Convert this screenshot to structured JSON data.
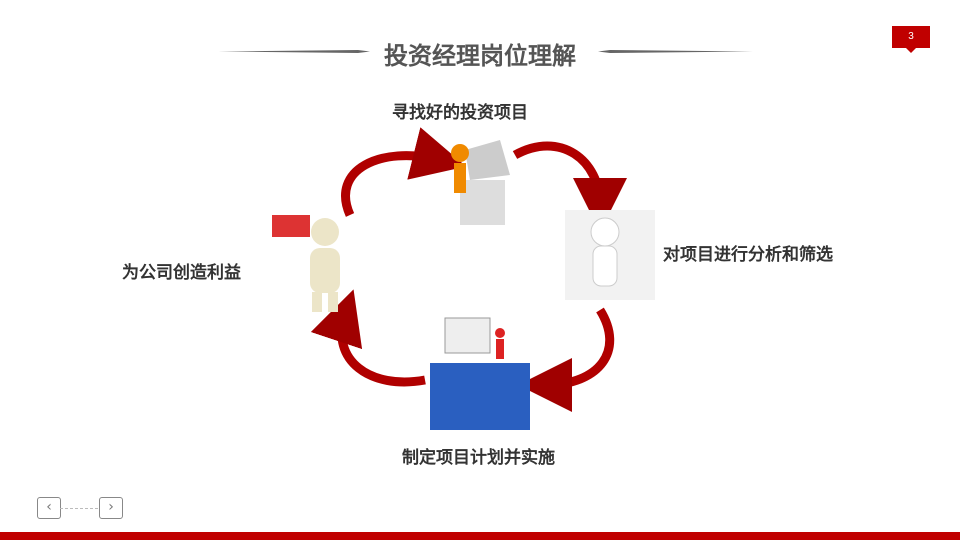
{
  "slide": {
    "title": "投资经理岗位理解",
    "page_number": "3",
    "accent": "#c00000"
  },
  "cycle": {
    "top": "寻找好的投资项目",
    "right": "对项目进行分析和筛选",
    "bottom": "制定项目计划并实施",
    "left": "为公司创造利益"
  },
  "nav": {
    "prev": "‹",
    "next": "›"
  }
}
